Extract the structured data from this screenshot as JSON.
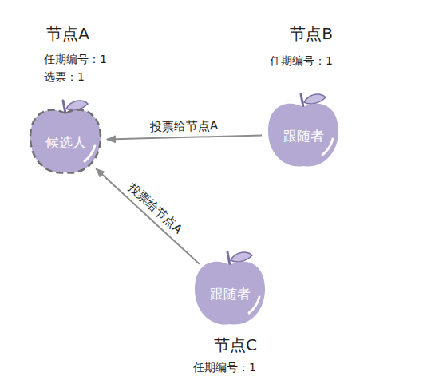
{
  "diagram": {
    "nodes": [
      {
        "text": [
          "节点A",
          "任期编号：1",
          "选票：1",
          "候选人"
        ]
      },
      {
        "text": [
          "节点B",
          "任期编号：1",
          "跟随者"
        ]
      },
      {
        "text": [
          "跟随者",
          "节点C",
          "任期编号：1"
        ]
      }
    ],
    "edges": [
      {
        "from": 1,
        "to": 0,
        "arrow": "to",
        "label": "投票给节点A"
      },
      {
        "from": 2,
        "to": 0,
        "arrow": "to",
        "label": "投票给节点A"
      }
    ]
  }
}
